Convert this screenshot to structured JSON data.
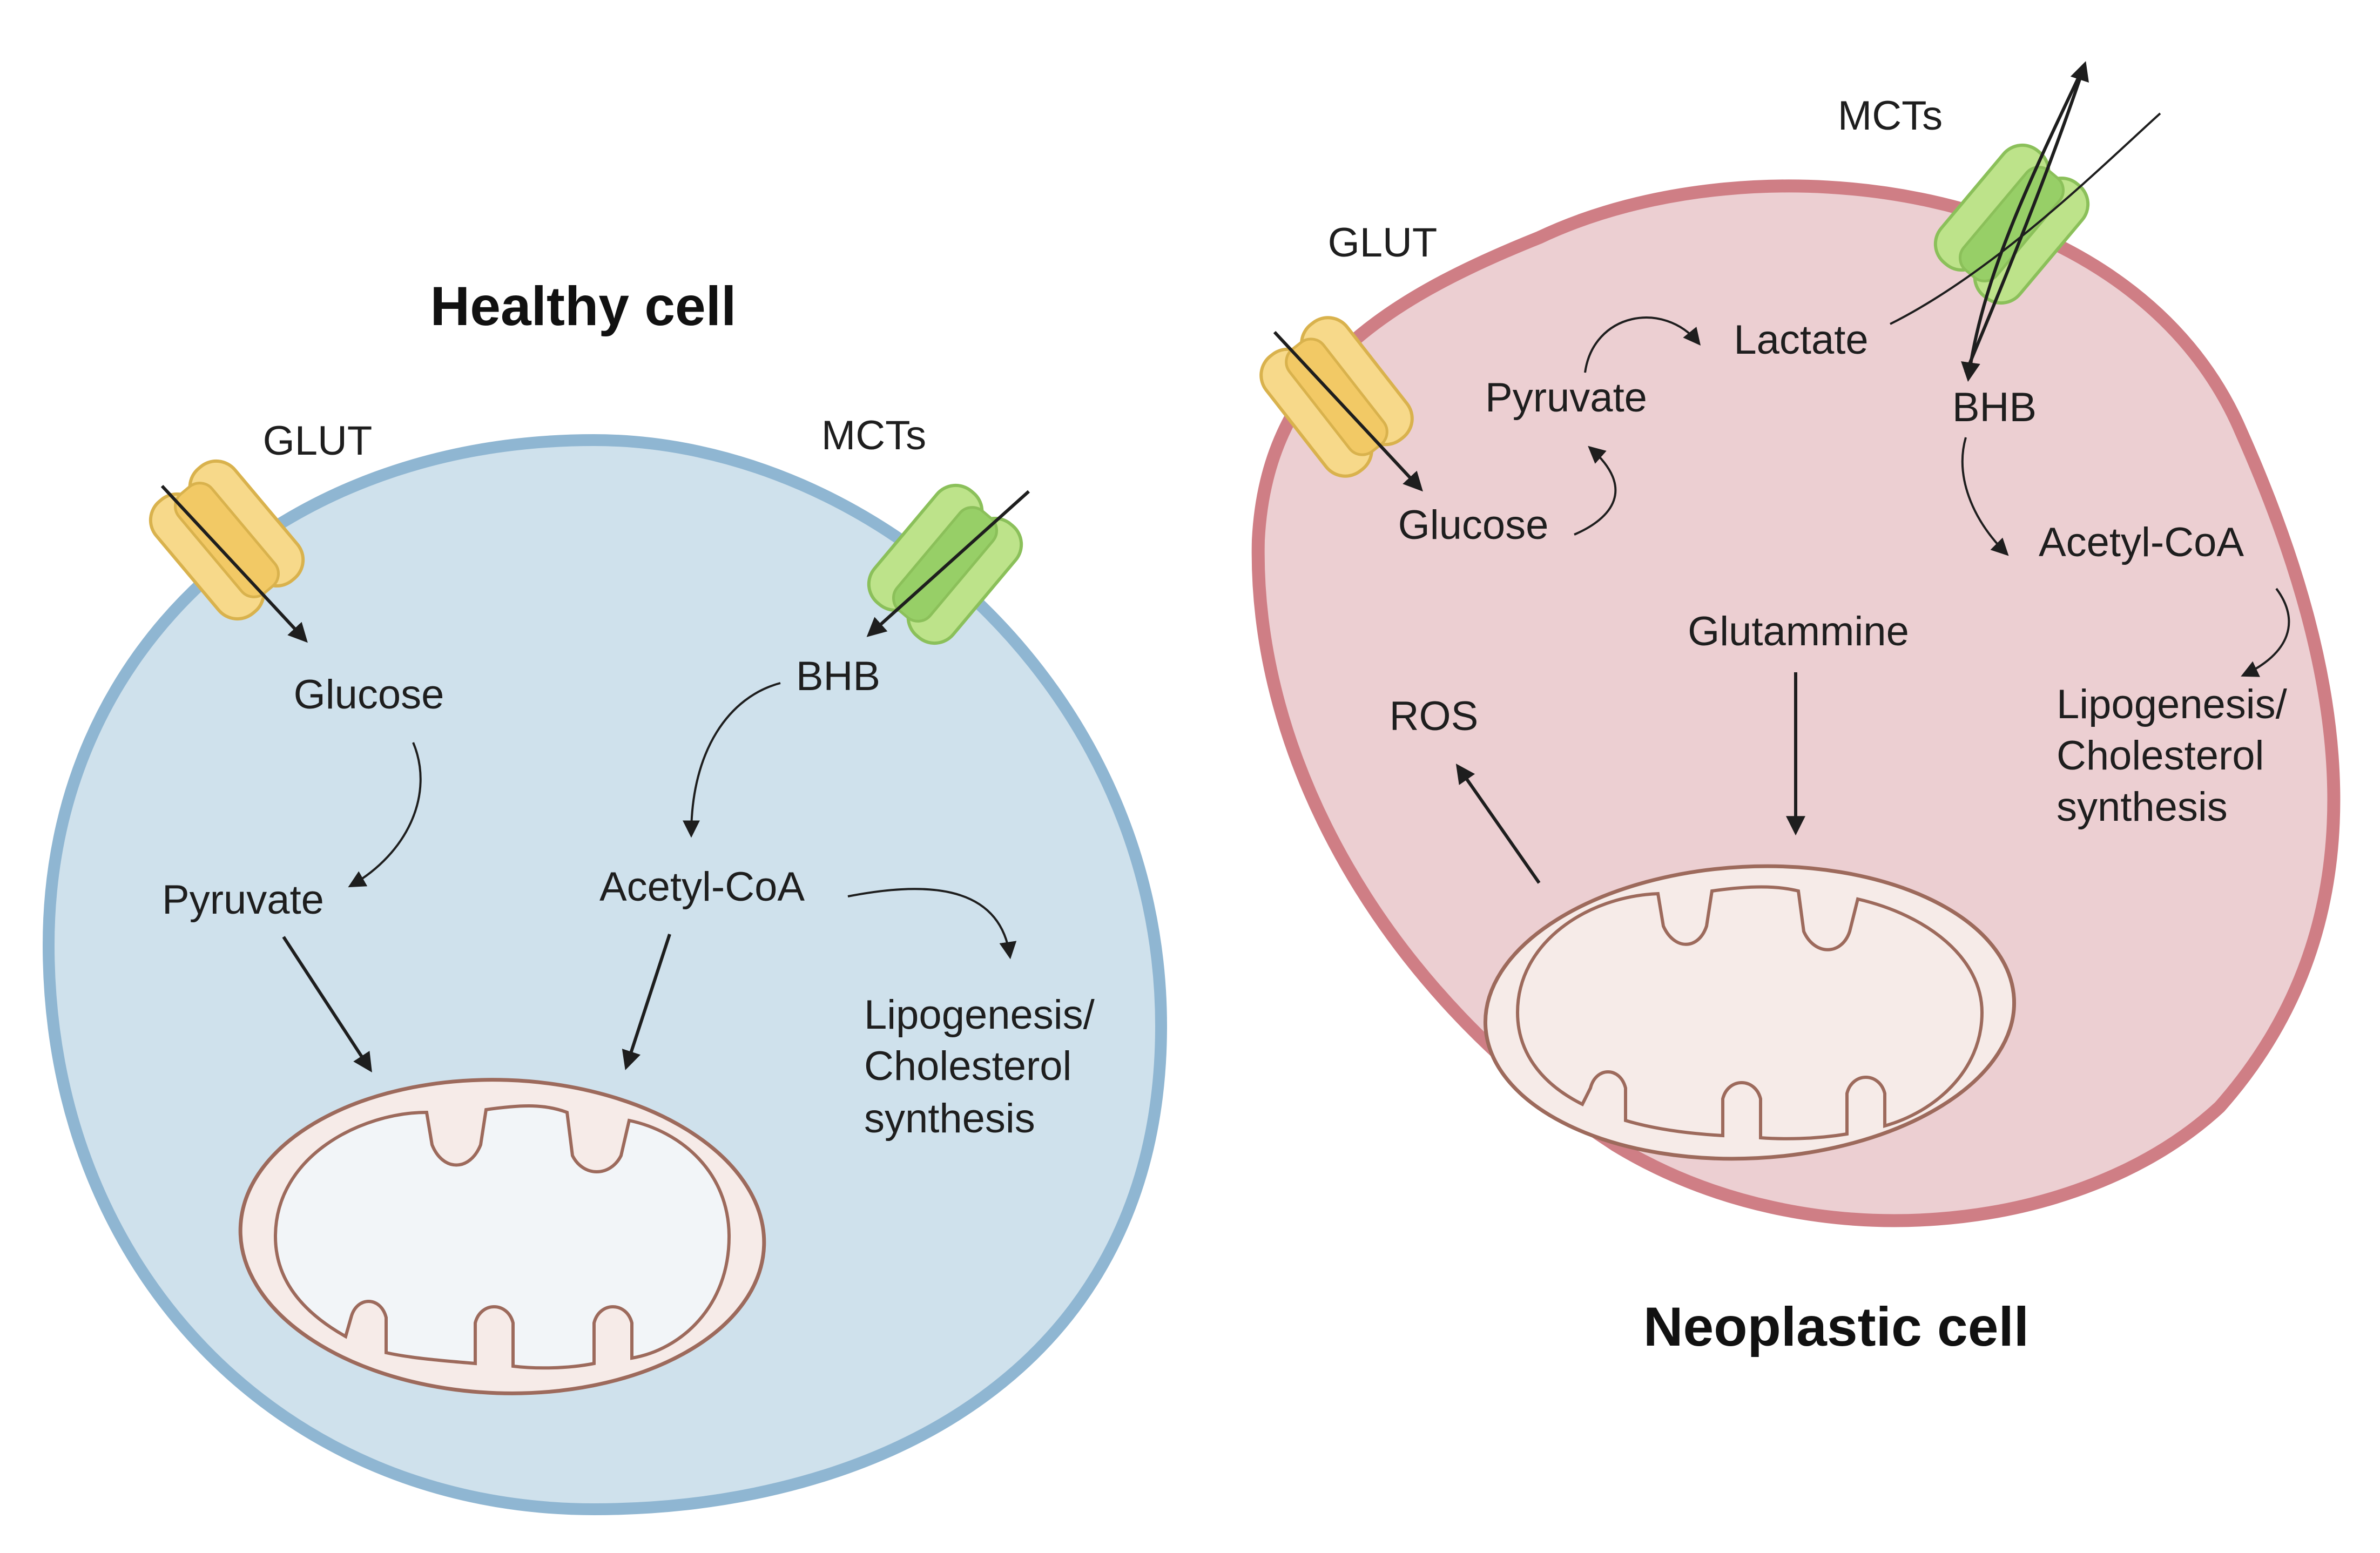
{
  "healthy_cell": {
    "title": "Healthy cell",
    "fill_color": "#cfe1ec",
    "membrane_color": "#8fb6d2",
    "labels": {
      "glut": "GLUT",
      "mcts": "MCTs",
      "glucose": "Glucose",
      "bhb": "BHB",
      "pyruvate": "Pyruvate",
      "acetyl_coa": "Acetyl-CoA",
      "lipogenesis_line1": "Lipogenesis/",
      "lipogenesis_line2": "Cholesterol",
      "lipogenesis_line3": "synthesis"
    }
  },
  "neoplastic_cell": {
    "title": "Neoplastic cell",
    "fill_color": "#eccfd2",
    "membrane_color": "#cf7e85",
    "labels": {
      "glut": "GLUT",
      "mcts": "MCTs",
      "lactate": "Lactate",
      "pyruvate": "Pyruvate",
      "bhb": "BHB",
      "glucose": "Glucose",
      "acetyl_coa": "Acetyl-CoA",
      "glutammine": "Glutammine",
      "ros": "ROS",
      "lipogenesis_line1": "Lipogenesis/",
      "lipogenesis_line2": "Cholesterol",
      "lipogenesis_line3": "synthesis"
    }
  },
  "colors": {
    "glut_transporter": "#f7d98a",
    "mct_transporter": "#bde38a",
    "mitochondrion_outer": "#f6ebe8",
    "mitochondrion_stroke": "#9d6a5c",
    "mitochondrion_inner": "#f2f5f8",
    "arrow": "#1e1e1e"
  }
}
